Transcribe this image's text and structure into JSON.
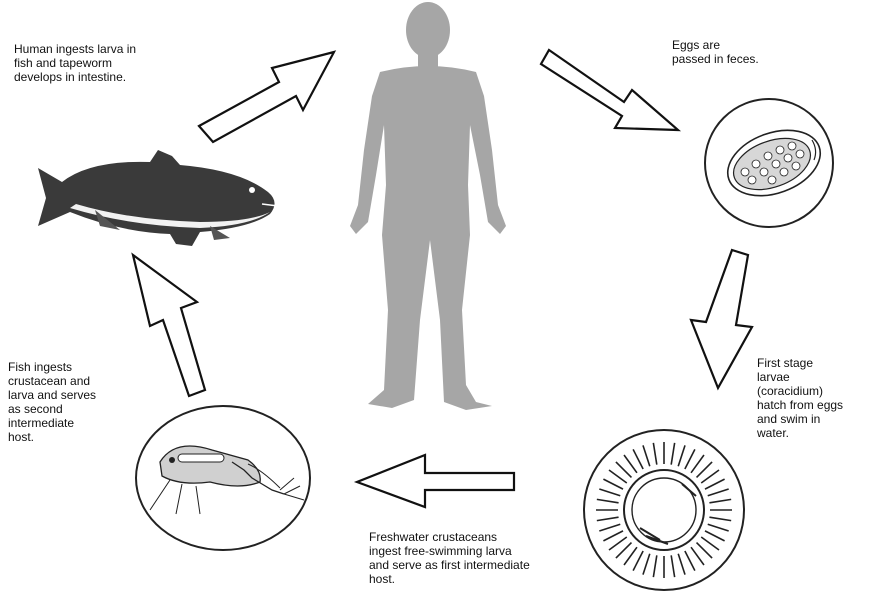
{
  "captions": {
    "human_ingests": [
      "Human ingests larva in",
      "fish and tapeworm",
      "develops in intestine."
    ],
    "eggs_passed": [
      "Eggs are",
      "passed in feces."
    ],
    "first_stage": [
      "First stage",
      "larvae",
      "(coracidium)",
      "hatch from eggs",
      "and swim in",
      "water."
    ],
    "crustaceans": [
      "Freshwater crustaceans",
      "ingest free-swimming larva",
      "and serve as first intermediate",
      "host."
    ],
    "fish_ingests": [
      "Fish ingests",
      "crustacean and",
      "larva and serves",
      "as second",
      "intermediate",
      "host."
    ]
  },
  "colors": {
    "human": "#a6a6a6",
    "arrow_stroke": "#111111",
    "circle_stroke": "#222222",
    "fish_body": "#3a3a3a",
    "fish_belly": "#f2f2f2"
  },
  "icons": [
    "human-figure-icon",
    "fish-icon",
    "egg-icon",
    "coracidium-larva-icon",
    "copepod-crustacean-icon"
  ]
}
